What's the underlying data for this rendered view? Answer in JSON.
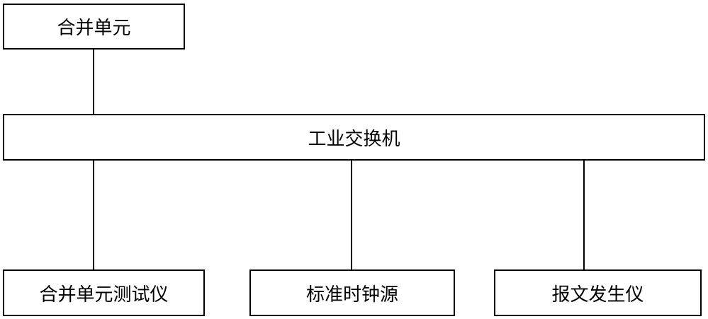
{
  "diagram": {
    "top_node": {
      "label": "合并单元"
    },
    "hub_node": {
      "label": "工业交换机"
    },
    "bottom_nodes": [
      {
        "label": "合并单元测试仪"
      },
      {
        "label": "标准时钟源"
      },
      {
        "label": "报文发生仪"
      }
    ],
    "colors": {
      "stroke": "#000000",
      "fill": "#ffffff",
      "text": "#000000"
    }
  }
}
